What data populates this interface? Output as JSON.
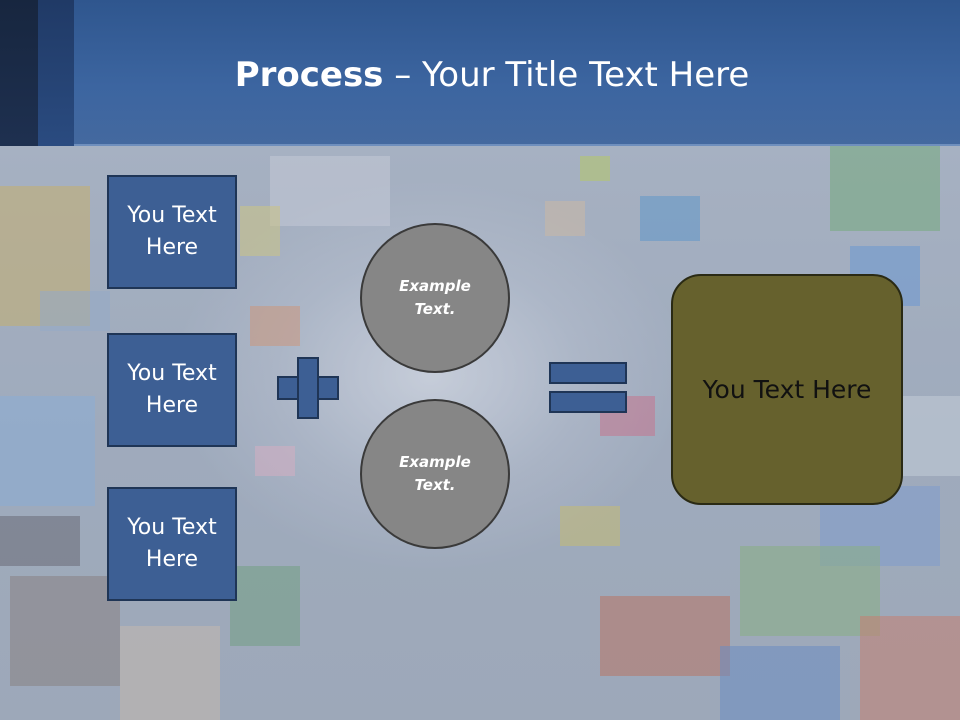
{
  "slide": {
    "title_bold": "Process",
    "title_rest": " – Your Title Text Here",
    "left_boxes": [
      {
        "label": "You Text Here"
      },
      {
        "label": "You Text Here"
      },
      {
        "label": "You Text Here"
      }
    ],
    "circles": [
      {
        "label": "Example Text."
      },
      {
        "label": "Example Text."
      }
    ],
    "result_label": "You Text Here"
  },
  "colors": {
    "header": "#3c65a0",
    "box_fill": "#3d5f94",
    "box_border": "#1f3556",
    "circle_fill": "#868686",
    "result_fill": "#66612d"
  },
  "icons": {
    "operator_1": "plus-icon",
    "operator_2": "equals-icon"
  }
}
